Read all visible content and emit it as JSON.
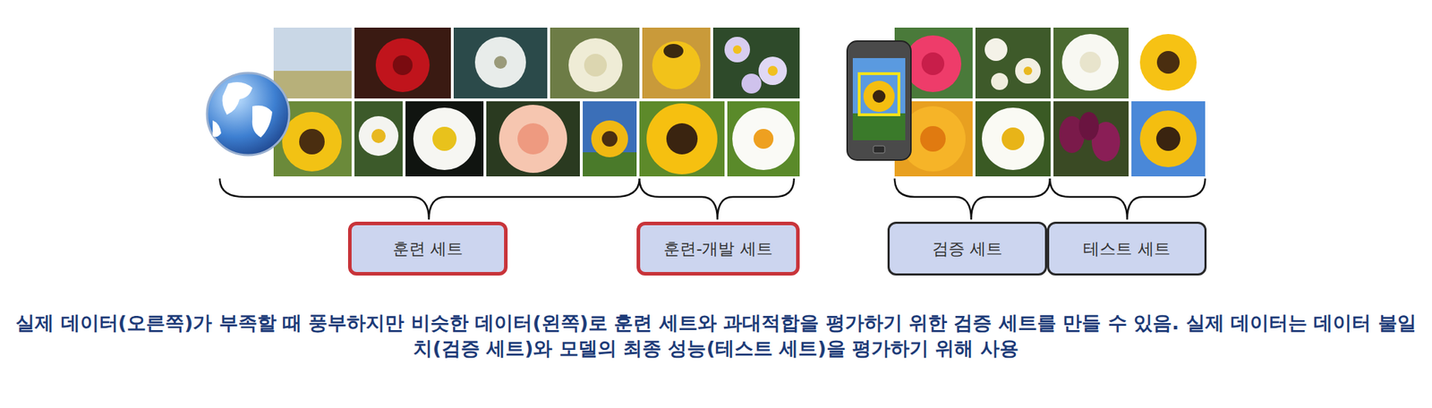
{
  "diagram": {
    "caption": "실제 데이터(오른쪽)가 부족할 때 풍부하지만 비슷한 데이터(왼쪽)로 훈련 세트와 과대적합을 평가하기 위한 검증 세트를 만들 수 있음. 실제 데이터는 데이터 불일치(검증 세트)와 모델의 최종 성능(테스트 세트)을 평가하기 위해 사용",
    "nodes": [
      {
        "text": [
          "훈련 세트"
        ]
      },
      {
        "text": [
          "훈련-개발 세트"
        ]
      },
      {
        "text": [
          "검증 세트"
        ]
      },
      {
        "text": [
          "테스트 세트"
        ]
      }
    ]
  }
}
